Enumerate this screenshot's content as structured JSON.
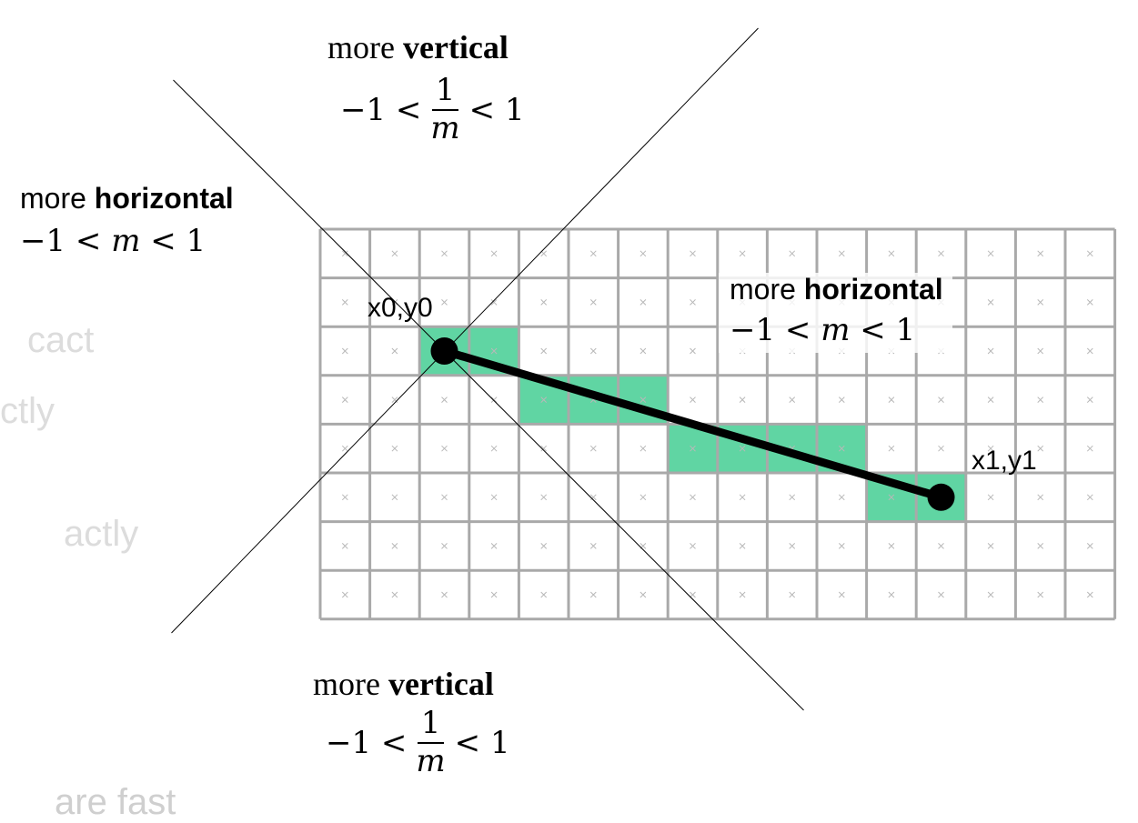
{
  "regions": {
    "top": {
      "word": "more",
      "bold": "vertical",
      "ineq": {
        "left": "−1 <",
        "num": "1",
        "den": "m",
        "right": "< 1"
      }
    },
    "bottom": {
      "word": "more",
      "bold": "vertical",
      "ineq": {
        "left": "−1 <",
        "num": "1",
        "den": "m",
        "right": "< 1"
      }
    },
    "left": {
      "word": "more",
      "bold": "horizontal",
      "ineq": {
        "left": "−1 <",
        "var": "m",
        "right": "< 1"
      }
    },
    "right": {
      "word": "more",
      "bold": "horizontal",
      "ineq": {
        "left": "−1 <",
        "var": "m",
        "right": "< 1"
      }
    }
  },
  "endpoints": {
    "start_label": "x0,y0",
    "end_label": "x1,y1"
  },
  "grid": {
    "columns": 16,
    "rows": 8,
    "start_cell": {
      "col": 2,
      "row": 2
    },
    "end_cell": {
      "col": 12,
      "row": 5
    },
    "filled_cells": [
      [
        2,
        2
      ],
      [
        3,
        2
      ],
      [
        4,
        3
      ],
      [
        5,
        3
      ],
      [
        6,
        3
      ],
      [
        7,
        4
      ],
      [
        8,
        4
      ],
      [
        9,
        4
      ],
      [
        10,
        4
      ],
      [
        11,
        5
      ],
      [
        12,
        5
      ]
    ]
  },
  "ghost_text": [
    "cact",
    "ctly",
    "actly",
    "are fast"
  ],
  "colors": {
    "fill": "#60d5a3",
    "grid_line": "#a9a9a9",
    "cell_mark": "#b8b8b8",
    "line": "#000000",
    "ghost": "#dcdcdc"
  }
}
